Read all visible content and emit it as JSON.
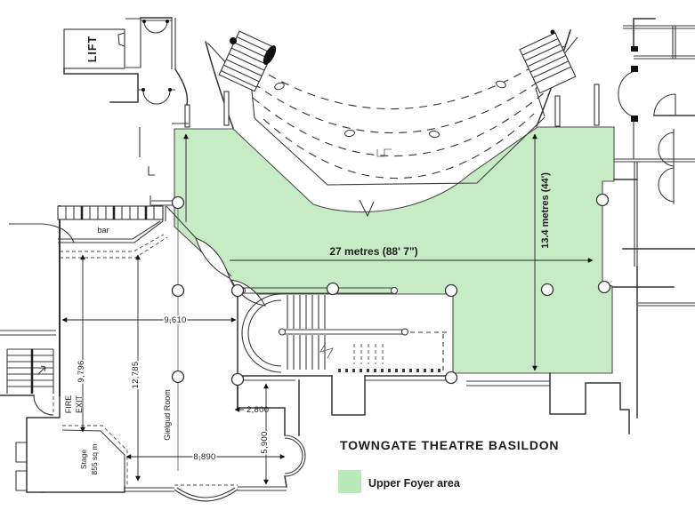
{
  "title": "TOWNGATE THEATRE BASILDON",
  "legend": {
    "label": "Upper Foyer area",
    "swatch_color": "#b9e8b9"
  },
  "colors": {
    "foyer_area": "#c7ecc5",
    "wall_line": "#333333"
  },
  "rooms": {
    "lift": "LIFT",
    "bar": "bar",
    "gielgud": "Gielgud Room",
    "stage": [
      "Stage",
      "855 sq m"
    ],
    "fire_exit": [
      "FIRE",
      "EXIT"
    ]
  },
  "dimensions": {
    "foyer_width": "27 metres  (88' 7\")",
    "foyer_depth": "13.4 metres  (44')",
    "d9610": "9,610",
    "d9796": "9,796",
    "d12785": "12,785",
    "d2800": "2,800",
    "d5900": "5,900",
    "d8890": "8,890"
  }
}
